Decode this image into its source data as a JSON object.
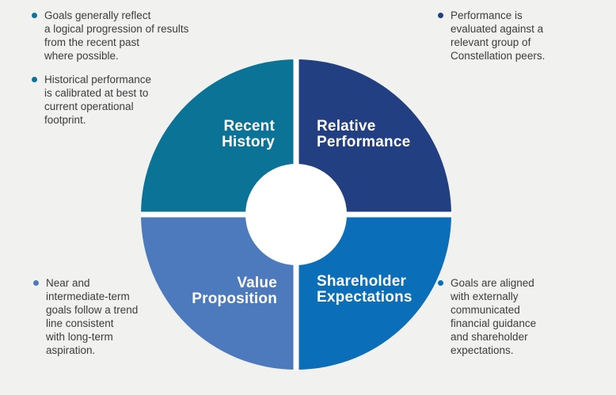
{
  "diagram": {
    "type": "quadrant-donut",
    "background_color": "#f1f1ef",
    "divider_color": "#ffffff",
    "text_color": "#3c3c3e"
  },
  "quadrants": [
    {
      "id": "recent-history",
      "label": "Recent\nHistory",
      "color": "#0b7396"
    },
    {
      "id": "relative-performance",
      "label": "Relative\nPerformance",
      "color": "#223f82"
    },
    {
      "id": "value-proposition",
      "label": "Value\nProposition",
      "color": "#4c7abc"
    },
    {
      "id": "shareholder-expectations",
      "label": "Shareholder\nExpectations",
      "color": "#0a6eb8"
    }
  ],
  "notes": {
    "top_left": {
      "items": [
        {
          "text": "Goals generally reflect\na logical progression of results\nfrom the recent past\nwhere possible."
        },
        {
          "text": "Historical performance\nis calibrated at best to\ncurrent operational\nfootprint."
        }
      ]
    },
    "top_right": {
      "items": [
        {
          "text": "Performance is\nevaluated against a\nrelevant group of\nConstellation peers."
        }
      ]
    },
    "bottom_left": {
      "items": [
        {
          "text": "Near and\nintermediate-term\ngoals follow a trend\nline consistent\nwith long-term\naspiration."
        }
      ]
    },
    "bottom_right": {
      "items": [
        {
          "text": "Goals are aligned\nwith externally\ncommunicated\nfinancial guidance\nand shareholder\nexpectations."
        }
      ]
    }
  }
}
